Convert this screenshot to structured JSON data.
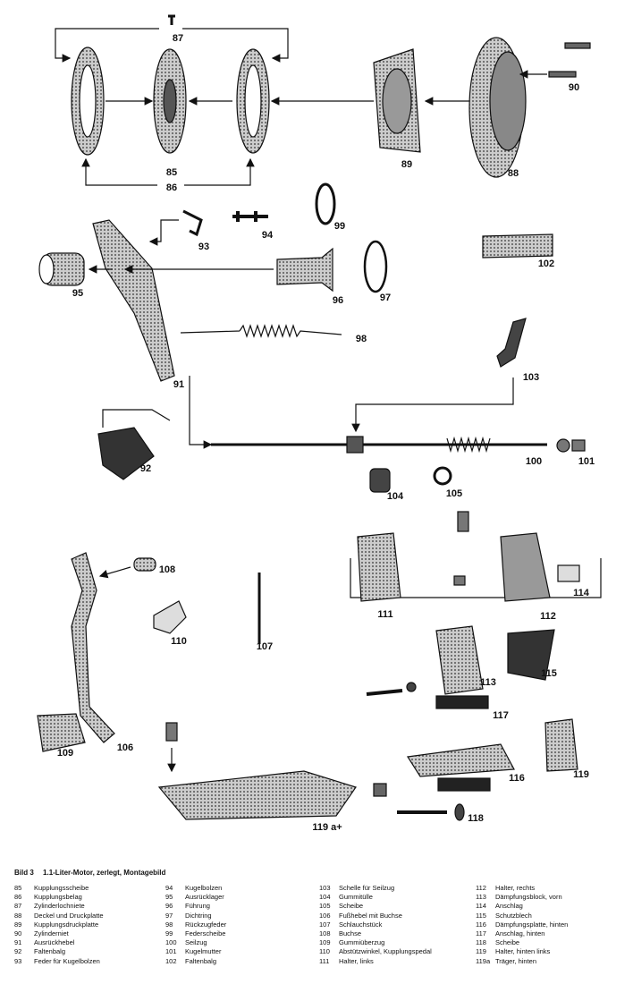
{
  "caption": {
    "label": "Bild 3",
    "title": "1.1-Liter-Motor, zerlegt, Montagebild"
  },
  "callouts": [
    "85",
    "86",
    "87",
    "88",
    "89",
    "90",
    "91",
    "92",
    "93",
    "94",
    "95",
    "96",
    "97",
    "98",
    "99",
    "100",
    "101",
    "102",
    "103",
    "104",
    "105",
    "106",
    "107",
    "108",
    "109",
    "110",
    "111",
    "112",
    "113",
    "114",
    "115",
    "116",
    "117",
    "118",
    "119",
    "119 a+"
  ],
  "legend_columns": [
    [
      {
        "n": "85",
        "t": "Kupplungsscheibe"
      },
      {
        "n": "86",
        "t": "Kupplungsbelag"
      },
      {
        "n": "87",
        "t": "Zylinderlochniete"
      },
      {
        "n": "88",
        "t": "Deckel und Druckplatte"
      },
      {
        "n": "89",
        "t": "Kupplungsdruckplatte"
      },
      {
        "n": "90",
        "t": "Zylinderniet"
      },
      {
        "n": "91",
        "t": "Ausrückhebel"
      },
      {
        "n": "92",
        "t": "Faltenbalg"
      },
      {
        "n": "93",
        "t": "Feder für Kugelbolzen"
      }
    ],
    [
      {
        "n": "94",
        "t": "Kugelbolzen"
      },
      {
        "n": "95",
        "t": "Ausrücklager"
      },
      {
        "n": "96",
        "t": "Führung"
      },
      {
        "n": "97",
        "t": "Dichtring"
      },
      {
        "n": "98",
        "t": "Rückzugfeder"
      },
      {
        "n": "99",
        "t": "Federscheibe"
      },
      {
        "n": "100",
        "t": "Seilzug"
      },
      {
        "n": "101",
        "t": "Kugelmutter"
      },
      {
        "n": "102",
        "t": "Faltenbalg"
      }
    ],
    [
      {
        "n": "103",
        "t": "Schelle für Seilzug"
      },
      {
        "n": "104",
        "t": "Gummitülle"
      },
      {
        "n": "105",
        "t": "Scheibe"
      },
      {
        "n": "106",
        "t": "Fußhebel mit Buchse"
      },
      {
        "n": "107",
        "t": "Schlauchstück"
      },
      {
        "n": "108",
        "t": "Buchse"
      },
      {
        "n": "109",
        "t": "Gummiüberzug"
      },
      {
        "n": "110",
        "t": "Abstützwinkel, Kupplungspedal"
      },
      {
        "n": "111",
        "t": "Halter, links"
      }
    ],
    [
      {
        "n": "112",
        "t": "Halter, rechts"
      },
      {
        "n": "113",
        "t": "Dämpfungsblock, vorn"
      },
      {
        "n": "114",
        "t": "Anschlag"
      },
      {
        "n": "115",
        "t": "Schutzblech"
      },
      {
        "n": "116",
        "t": "Dämpfungsplatte, hinten"
      },
      {
        "n": "117",
        "t": "Anschlag, hinten"
      },
      {
        "n": "118",
        "t": "Scheibe"
      },
      {
        "n": "119",
        "t": "Halter, hinten links"
      },
      {
        "n": "119a",
        "t": "Träger, hinten"
      }
    ]
  ]
}
